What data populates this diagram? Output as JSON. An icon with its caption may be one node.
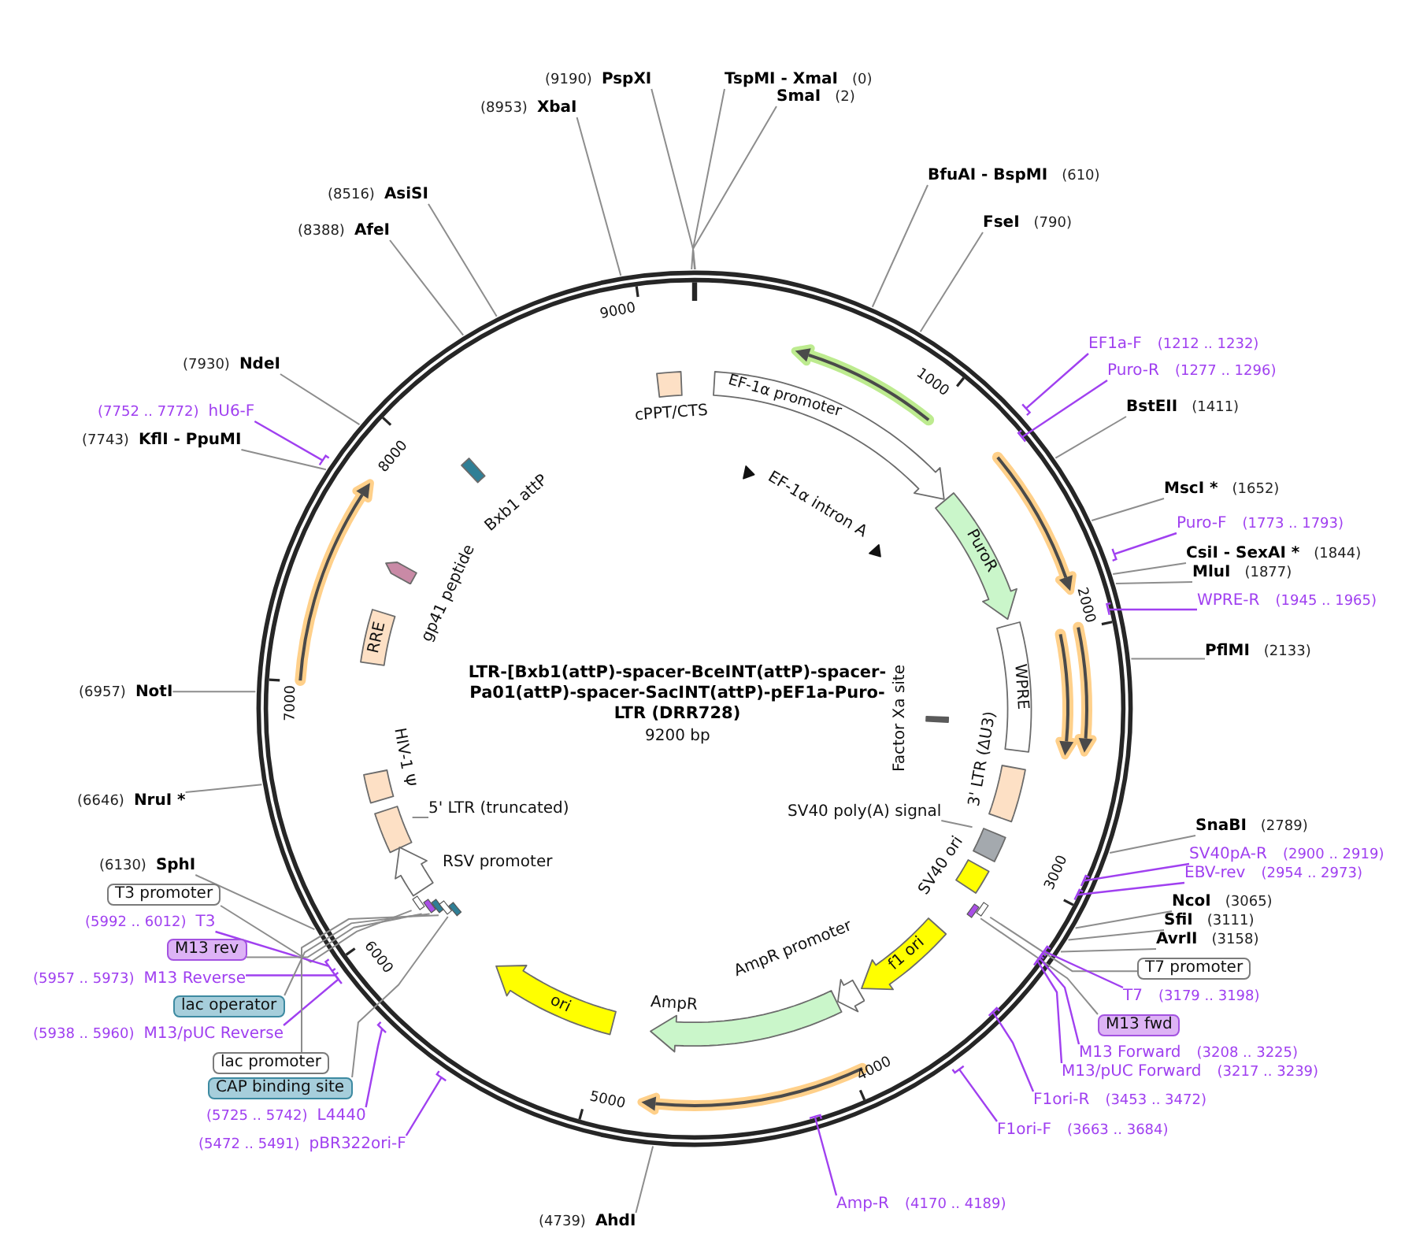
{
  "diagram": {
    "title": "LTR-[Bxb1(attP)-spacer-BceINT(attP)-spacer-Pa01(attP)-spacer-SacINT(attP)-pEF1a-Puro-LTR (DRR728)",
    "nodes": [
      {
        "text": [
          "(9190)",
          "PspXI"
        ]
      },
      {
        "text": [
          "TspMI - XmaI",
          "(0)"
        ]
      },
      {
        "text": [
          "SmaI",
          "(2)"
        ]
      },
      {
        "text": [
          "(8953)",
          "XbaI"
        ]
      },
      {
        "text": [
          "BfuAI - BspMI",
          "(610)"
        ]
      },
      {
        "text": [
          "(8516)",
          "AsiSI"
        ]
      },
      {
        "text": [
          "FseI",
          "(790)"
        ]
      },
      {
        "text": [
          "(8388)",
          "AfeI"
        ]
      },
      {
        "text": [
          "EF1a-F",
          "(1212 .. 1232)"
        ]
      },
      {
        "text": [
          "(7930)",
          "NdeI"
        ]
      },
      {
        "text": [
          "Puro-R",
          "(1277 .. 1296)"
        ]
      },
      {
        "text": [
          "BstEII",
          "(1411)"
        ]
      },
      {
        "text": [
          "(7752 .. 7772)",
          "hU6-F"
        ]
      },
      {
        "text": [
          "(7743)",
          "KflI - PpuMI"
        ]
      },
      {
        "text": [
          "MscI *",
          "(1652)"
        ]
      },
      {
        "text": [
          "Puro-F",
          "(1773 .. 1793)"
        ]
      },
      {
        "text": [
          "CsiI - SexAI *",
          "(1844)"
        ]
      },
      {
        "text": [
          "MluI",
          "(1877)"
        ]
      },
      {
        "text": [
          "WPRE-R",
          "(1945 .. 1965)"
        ]
      },
      {
        "text": [
          "PflMI",
          "(2133)"
        ]
      },
      {
        "text": [
          "(6957)",
          "NotI"
        ]
      },
      {
        "text": [
          "(6646)",
          "NruI *"
        ]
      },
      {
        "text": [
          "SnaBI",
          "(2789)"
        ]
      },
      {
        "text": [
          "SV40pA-R",
          "(2900 .. 2919)"
        ]
      },
      {
        "text": [
          "(6130)",
          "SphI"
        ]
      },
      {
        "text": [
          "EBV-rev",
          "(2954 .. 2973)"
        ]
      },
      {
        "text": [
          "T3 promoter"
        ]
      },
      {
        "text": [
          "NcoI",
          "(3065)"
        ]
      },
      {
        "text": [
          "SfiI",
          "(3111)"
        ]
      },
      {
        "text": [
          "(5992 .. 6012)",
          "T3"
        ]
      },
      {
        "text": [
          "AvrII",
          "(3158)"
        ]
      },
      {
        "text": [
          "M13 rev"
        ]
      },
      {
        "text": [
          "T7 promoter"
        ]
      },
      {
        "text": [
          "(5957 .. 5973)",
          "M13 Reverse"
        ]
      },
      {
        "text": [
          "T7",
          "(3179 .. 3198)"
        ]
      },
      {
        "text": [
          "lac operator"
        ]
      },
      {
        "text": [
          "M13 fwd"
        ]
      },
      {
        "text": [
          "(5938 .. 5960)",
          "M13/pUC Reverse"
        ]
      },
      {
        "text": [
          "M13 Forward",
          "(3208 .. 3225)"
        ]
      },
      {
        "text": [
          "lac promoter"
        ]
      },
      {
        "text": [
          "M13/pUC Forward",
          "(3217 .. 3239)"
        ]
      },
      {
        "text": [
          "CAP binding site"
        ]
      },
      {
        "text": [
          "F1ori-R",
          "(3453 .. 3472)"
        ]
      },
      {
        "text": [
          "(5725 .. 5742)",
          "L4440"
        ]
      },
      {
        "text": [
          "F1ori-F",
          "(3663 .. 3684)"
        ]
      },
      {
        "text": [
          "(5472 .. 5491)",
          "pBR322ori-F"
        ]
      },
      {
        "text": [
          "Amp-R",
          "(4170 .. 4189)"
        ]
      },
      {
        "text": [
          "(4739)",
          "AhdI"
        ]
      },
      {
        "text": [
          "cPPT/CTS"
        ]
      },
      {
        "text": [
          "EF-1α promoter"
        ]
      },
      {
        "text": [
          "EF-1α intron A"
        ]
      },
      {
        "text": [
          "PuroR"
        ]
      },
      {
        "text": [
          "WPRE"
        ]
      },
      {
        "text": [
          "Factor Xa site"
        ]
      },
      {
        "text": [
          "3' LTR (ΔU3)"
        ]
      },
      {
        "text": [
          "SV40 poly(A) signal"
        ]
      },
      {
        "text": [],
        "shape": "box"
      },
      {
        "text": [],
        "shape": "bar"
      },
      {
        "text": [],
        "shape": "bar"
      },
      {
        "text": [],
        "shape": "bar"
      },
      {
        "text": [],
        "shape": "bar"
      },
      {
        "text": [],
        "shape": "bar"
      },
      {
        "text": [],
        "shape": "bar"
      },
      {
        "text": [],
        "shape": "bar"
      },
      {
        "text": [],
        "shape": "box"
      },
      {
        "text": [
          "SV40 ori"
        ]
      },
      {
        "text": [
          "f1 ori"
        ]
      },
      {
        "text": [
          "AmpR promoter"
        ]
      },
      {
        "text": [
          "AmpR"
        ]
      },
      {
        "text": [
          "ori"
        ]
      },
      {
        "text": [
          "RSV promoter"
        ]
      },
      {
        "text": [
          "5' LTR (truncated)"
        ]
      },
      {
        "text": [
          "HIV-1 Ψ"
        ]
      },
      {
        "text": [
          "RRE"
        ]
      },
      {
        "text": [
          "gp41 peptide"
        ]
      },
      {
        "text": [
          "Bxb1 attP"
        ]
      }
    ],
    "edges": [
      {
        "from": 0,
        "to": null,
        "arrow": "none"
      },
      {
        "from": 1,
        "to": null,
        "arrow": "none"
      },
      {
        "from": 2,
        "to": null,
        "arrow": "none"
      },
      {
        "from": 3,
        "to": null,
        "arrow": "none"
      },
      {
        "from": 4,
        "to": null,
        "arrow": "none"
      },
      {
        "from": 5,
        "to": null,
        "arrow": "none"
      },
      {
        "from": 6,
        "to": null,
        "arrow": "none"
      },
      {
        "from": 7,
        "to": null,
        "arrow": "none"
      },
      {
        "from": 8,
        "to": null,
        "arrow": "none",
        "color": "#a040f0"
      },
      {
        "from": 9,
        "to": null,
        "arrow": "none"
      },
      {
        "from": 10,
        "to": null,
        "arrow": "none",
        "color": "#a040f0"
      },
      {
        "from": 11,
        "to": null,
        "arrow": "none"
      },
      {
        "from": 12,
        "to": null,
        "arrow": "none",
        "color": "#a040f0"
      },
      {
        "from": 13,
        "to": null,
        "arrow": "none"
      },
      {
        "from": 14,
        "to": null,
        "arrow": "none"
      },
      {
        "from": 15,
        "to": null,
        "arrow": "none",
        "color": "#a040f0"
      },
      {
        "from": 16,
        "to": null,
        "arrow": "none"
      },
      {
        "from": 17,
        "to": null,
        "arrow": "none"
      },
      {
        "from": 18,
        "to": null,
        "arrow": "none",
        "color": "#a040f0"
      },
      {
        "from": 19,
        "to": null,
        "arrow": "none"
      },
      {
        "from": 20,
        "to": null,
        "arrow": "none"
      },
      {
        "from": 21,
        "to": null,
        "arrow": "none"
      },
      {
        "from": 22,
        "to": null,
        "arrow": "none"
      },
      {
        "from": 23,
        "to": null,
        "arrow": "none",
        "color": "#a040f0"
      },
      {
        "from": 24,
        "to": null,
        "arrow": "none"
      },
      {
        "from": 25,
        "to": null,
        "arrow": "none",
        "color": "#a040f0"
      },
      {
        "from": 26,
        "to": 57,
        "arrow": "none"
      },
      {
        "from": 27,
        "to": null,
        "arrow": "none"
      },
      {
        "from": 28,
        "to": null,
        "arrow": "none"
      },
      {
        "from": 29,
        "to": null,
        "arrow": "none",
        "color": "#a040f0"
      },
      {
        "from": 30,
        "to": null,
        "arrow": "none"
      },
      {
        "from": 31,
        "to": 58,
        "arrow": "none"
      },
      {
        "from": 32,
        "to": 63,
        "arrow": "none"
      },
      {
        "from": 33,
        "to": null,
        "arrow": "none",
        "color": "#a040f0"
      },
      {
        "from": 34,
        "to": null,
        "arrow": "none",
        "color": "#a040f0"
      },
      {
        "from": 35,
        "to": 59,
        "arrow": "none"
      },
      {
        "from": 36,
        "to": 62,
        "arrow": "none"
      },
      {
        "from": 37,
        "to": null,
        "arrow": "none",
        "color": "#a040f0"
      },
      {
        "from": 38,
        "to": null,
        "arrow": "none",
        "color": "#a040f0"
      },
      {
        "from": 39,
        "to": 60,
        "arrow": "none"
      },
      {
        "from": 40,
        "to": null,
        "arrow": "none",
        "color": "#a040f0"
      },
      {
        "from": 41,
        "to": 61,
        "arrow": "none"
      },
      {
        "from": 42,
        "to": null,
        "arrow": "none",
        "color": "#a040f0"
      },
      {
        "from": 43,
        "to": null,
        "arrow": "none",
        "color": "#a040f0"
      },
      {
        "from": 44,
        "to": null,
        "arrow": "none",
        "color": "#a040f0"
      },
      {
        "from": 45,
        "to": null,
        "arrow": "none",
        "color": "#a040f0"
      },
      {
        "from": 46,
        "to": null,
        "arrow": "none",
        "color": "#a040f0"
      },
      {
        "from": 47,
        "to": null,
        "arrow": "none"
      },
      {
        "from": 55,
        "to": 64,
        "arrow": "none"
      },
      {
        "from": 71,
        "to": 56,
        "arrow": "none"
      }
    ],
    "labels": [
      "9200 bp",
      "1000",
      "2000",
      "3000",
      "4000",
      "5000",
      "6000",
      "7000",
      "8000",
      "9000"
    ]
  }
}
